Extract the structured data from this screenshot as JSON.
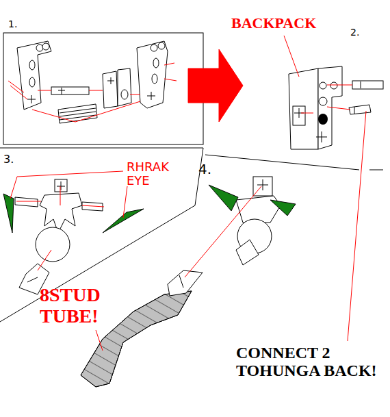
{
  "diagram": {
    "labels": [
      "1.",
      "BACKPACK",
      "2.",
      "3.",
      "RHRAK EYE",
      "4.",
      "8STUD TUBE!",
      "CONNECT 2 TOHUNGA BACK!"
    ]
  }
}
